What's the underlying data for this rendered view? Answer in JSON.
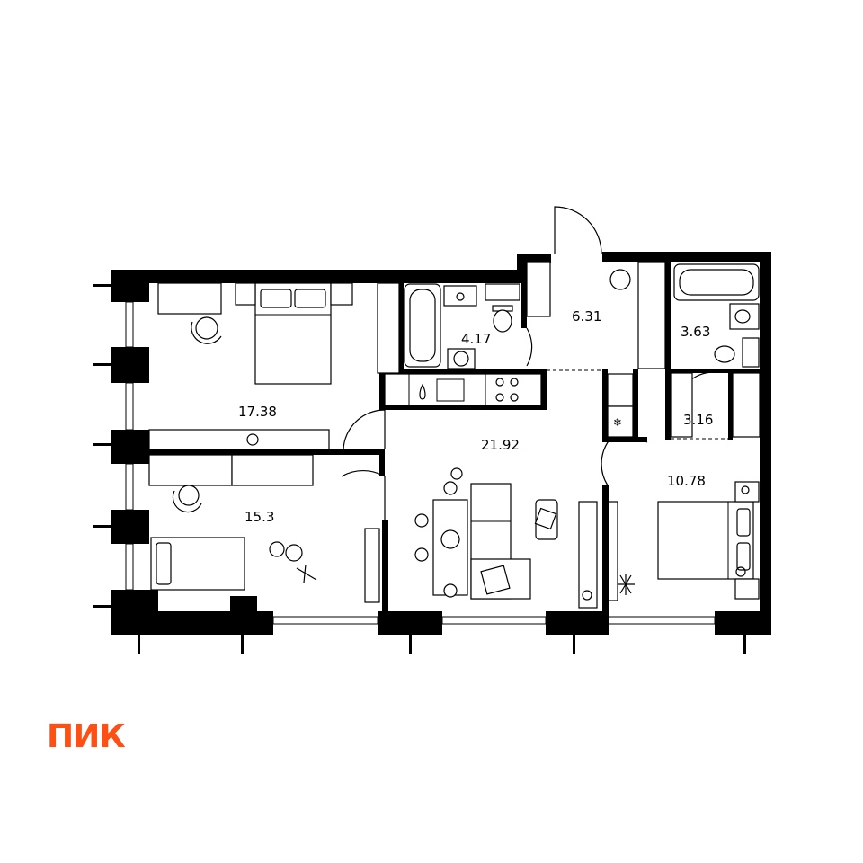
{
  "brand": {
    "logo_text": "ПИК",
    "logo_color": "#ff4f12"
  },
  "rooms": [
    {
      "id": "bedroom-1",
      "area": "17.38"
    },
    {
      "id": "bathroom-1",
      "area": "4.17"
    },
    {
      "id": "hallway",
      "area": "6.31"
    },
    {
      "id": "bathroom-2",
      "area": "3.63"
    },
    {
      "id": "living-kitchen",
      "area": "21.92"
    },
    {
      "id": "corridor",
      "area": "3.16"
    },
    {
      "id": "bedroom-3",
      "area": "10.78"
    },
    {
      "id": "bedroom-2",
      "area": "15.3"
    }
  ]
}
